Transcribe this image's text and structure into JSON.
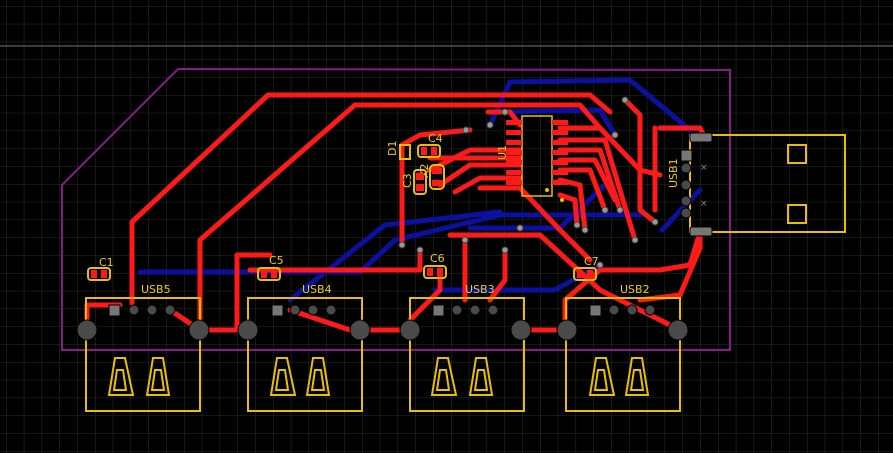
{
  "board": {
    "silkscreen_color": "#e8c000",
    "top_copper_color": "#ff1a1a",
    "bottom_copper_color": "#0b10a0",
    "outline_color": "#8a1a8a",
    "background_color": "#000000"
  },
  "designators": {
    "c1": "C1",
    "c3": "C3",
    "c4": "C4",
    "c5": "C5",
    "c6": "C6",
    "c7": "C7",
    "d1": "D1",
    "u1": "U1",
    "x2": "X2",
    "usb1": "USB1",
    "usb2": "USB2",
    "usb3": "USB3",
    "usb4": "USB4",
    "usb5": "USB5"
  }
}
